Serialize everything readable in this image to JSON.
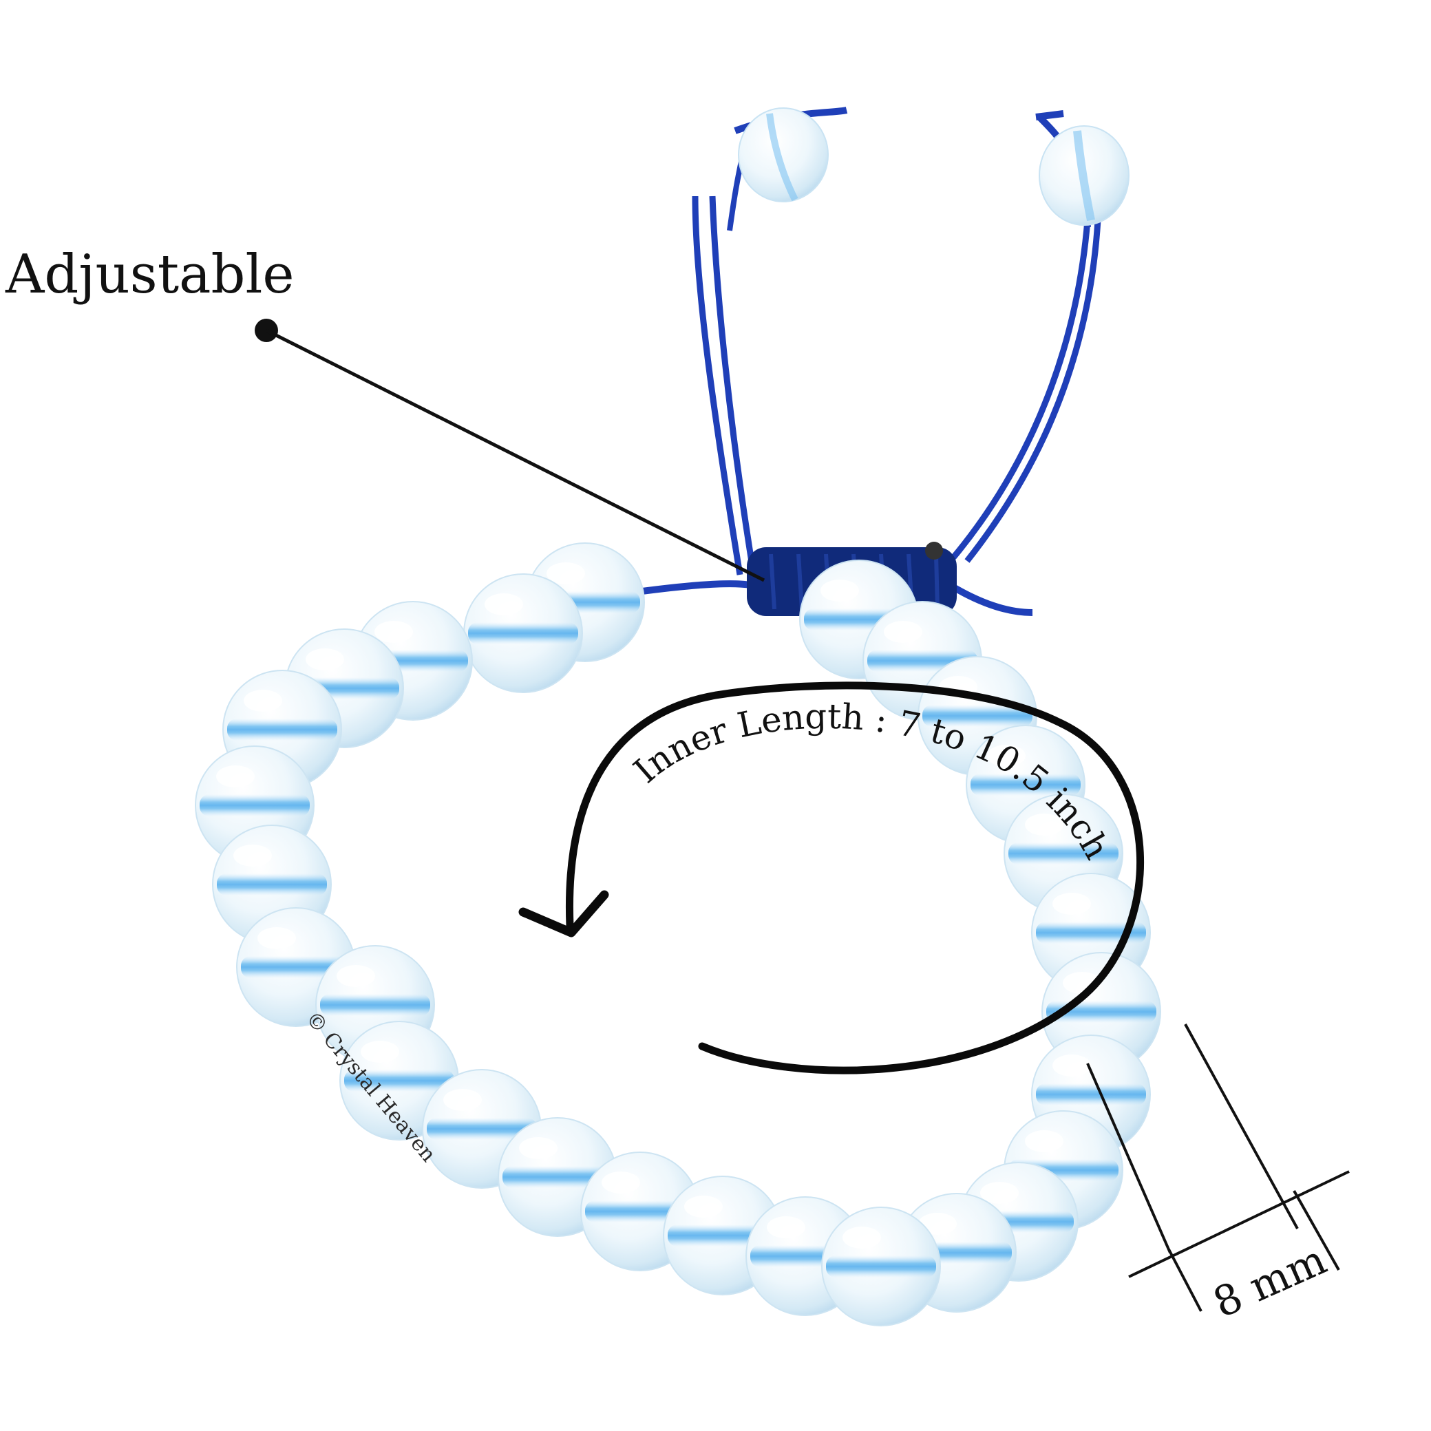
{
  "annotations": {
    "adjustable_label": "Adjustable",
    "inner_length_label": "Inner Length : 7 to 10.5 inch",
    "bead_size_label": "8 mm",
    "watermark": "© Crystal Heaven"
  },
  "colors": {
    "background": "#ffffff",
    "cord": "#1f3fb8",
    "cord_dark": "#0f2a8a",
    "knot": "#102a7a",
    "bead_base": "#e9f4fb",
    "bead_glow": "#7ec3f2",
    "bead_highlight": "#ffffff",
    "annotation": "#111111"
  },
  "icons": {
    "leader_dot": "filled-circle",
    "curved_arrow": "counterclockwise-arrow"
  }
}
